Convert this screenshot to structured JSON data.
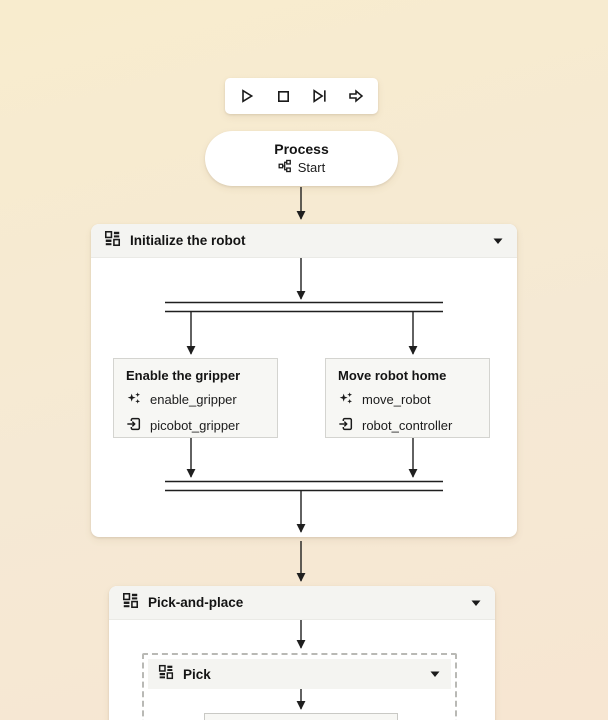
{
  "toolbar": {
    "buttons": [
      {
        "name": "play"
      },
      {
        "name": "stop"
      },
      {
        "name": "step-forward"
      },
      {
        "name": "resume"
      }
    ]
  },
  "process_node": {
    "title": "Process",
    "subtitle": "Start"
  },
  "containers": {
    "init": {
      "label": "Initialize the robot",
      "collapsed": false
    },
    "pick_and_place": {
      "label": "Pick-and-place",
      "collapsed": false
    },
    "pick": {
      "label": "Pick",
      "collapsed": false
    }
  },
  "tasks": [
    {
      "title": "Enable the gripper",
      "action": "enable_gripper",
      "resource": "picobot_gripper"
    },
    {
      "title": "Move robot home",
      "action": "move_robot",
      "resource": "robot_controller"
    }
  ],
  "icons": {
    "process_subtitle": "sitemap-icon",
    "container_header": "grid-icon",
    "task_action": "sparkle-icon",
    "task_resource": "enter-icon",
    "collapse": "chevron-down-icon"
  },
  "colors": {
    "background_top": "#f8ecce",
    "background_bottom": "#f7e6d2",
    "surface": "#ffffff",
    "header_bg": "#f4f4f1",
    "node_bg": "#f7f7f4",
    "node_border": "#d4d4d0",
    "arrow": "#1f1f1f",
    "text": "#141414"
  }
}
